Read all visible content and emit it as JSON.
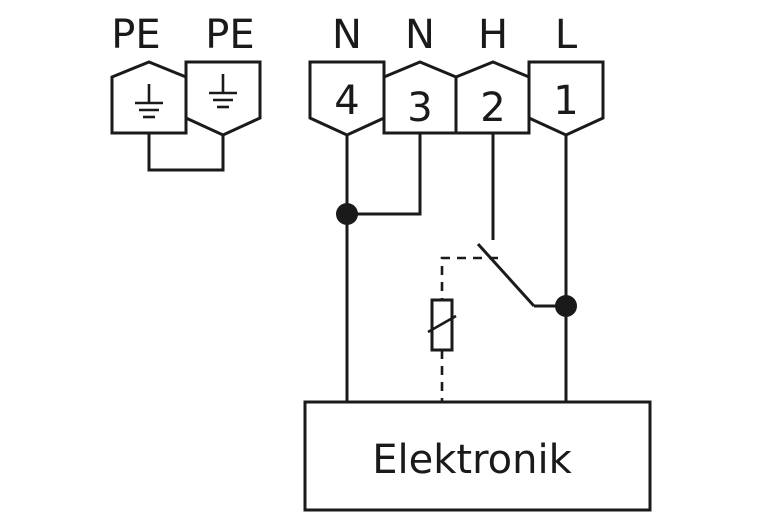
{
  "top_labels": {
    "pe1": "PE",
    "pe2": "PE",
    "n1": "N",
    "n2": "N",
    "h": "H",
    "l": "L"
  },
  "terminals": {
    "t4": "4",
    "t3": "3",
    "t2": "2",
    "t1": "1"
  },
  "box_label": "Elektronik",
  "icons": {
    "ground": "ground-symbol-icon",
    "switch": "switch-contact-icon",
    "heater": "heating-element-icon"
  }
}
